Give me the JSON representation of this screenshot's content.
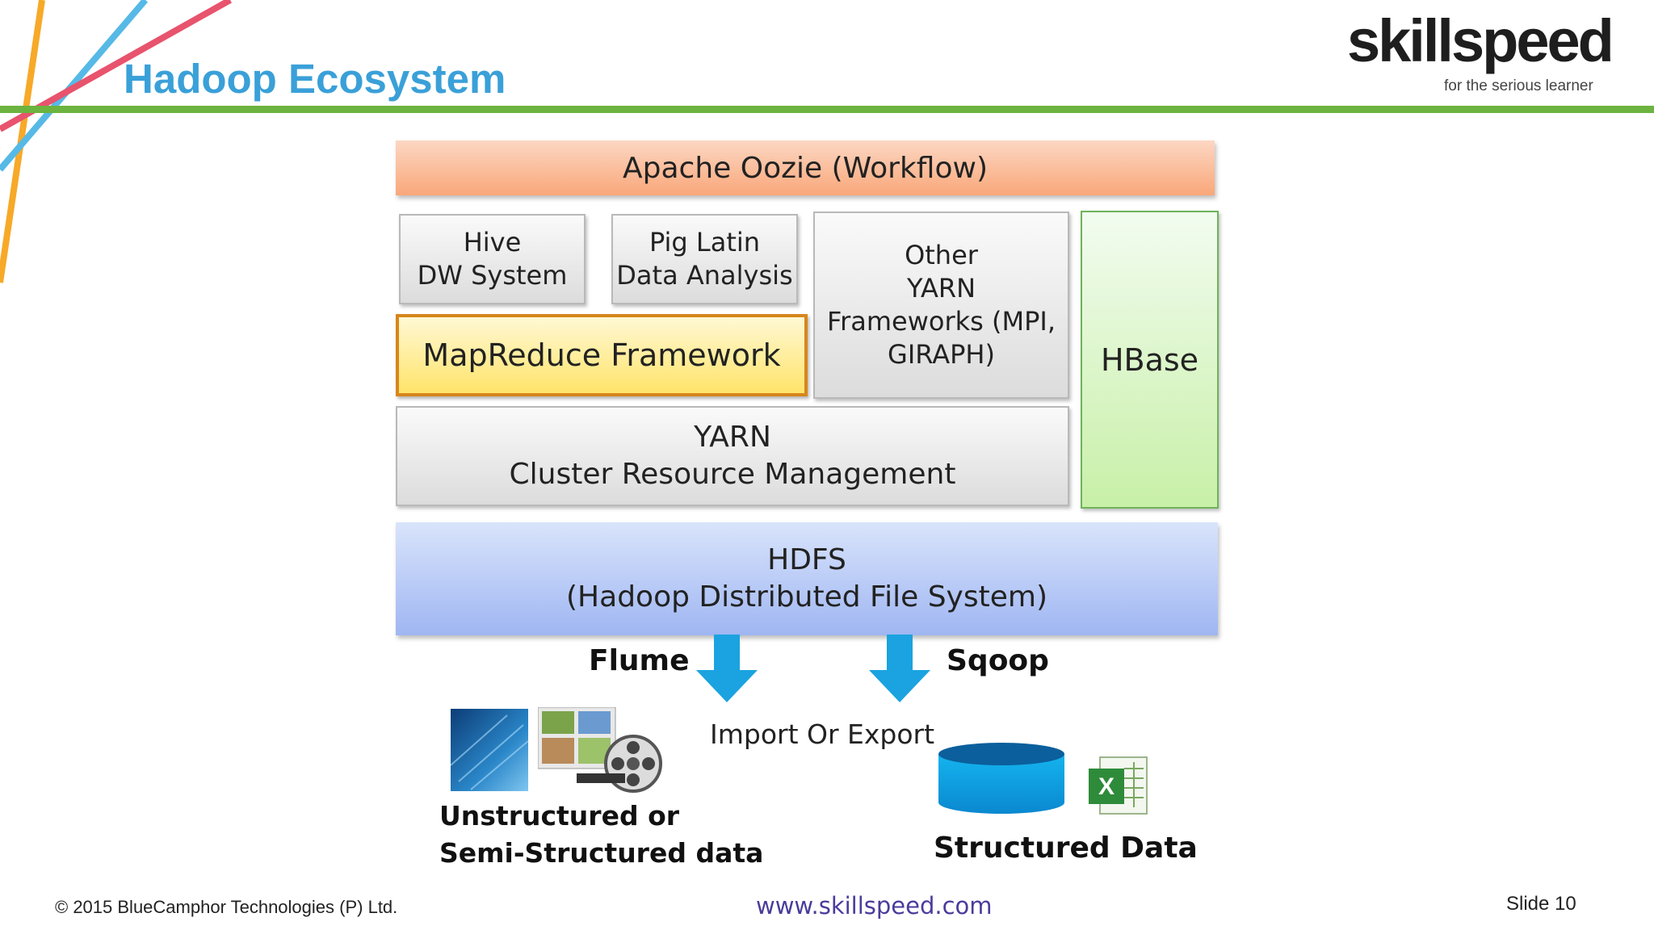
{
  "header": {
    "title": "Hadoop Ecosystem",
    "logo_text": "skillspeed",
    "logo_tagline": "for the serious learner"
  },
  "colors": {
    "title_blue": "#3aa0d8",
    "rule_green": "#6cb33f",
    "arrow_blue": "#1aa3e0",
    "mapreduce_border": "#d7861c",
    "hbase_border": "#6fb35a"
  },
  "diagram": {
    "oozie": "Apache Oozie (Workflow)",
    "hive": [
      "Hive",
      "DW System"
    ],
    "pig": [
      "Pig Latin",
      "Data Analysis"
    ],
    "other": [
      "Other",
      "YARN",
      "Frameworks (MPI,",
      "GIRAPH)"
    ],
    "mapreduce": "MapReduce Framework",
    "yarn": [
      "YARN",
      "Cluster Resource Management"
    ],
    "hbase": "HBase",
    "hdfs": [
      "HDFS",
      "(Hadoop Distributed File System)"
    ],
    "flume": "Flume",
    "sqoop": "Sqoop",
    "import_export": "Import Or Export",
    "unstructured": [
      "Unstructured or",
      "Semi-Structured data"
    ],
    "structured": "Structured Data"
  },
  "footer": {
    "copyright": "© 2015 BlueCamphor Technologies (P) Ltd.",
    "url": "www.skillspeed.com",
    "slide": "Slide 10"
  }
}
